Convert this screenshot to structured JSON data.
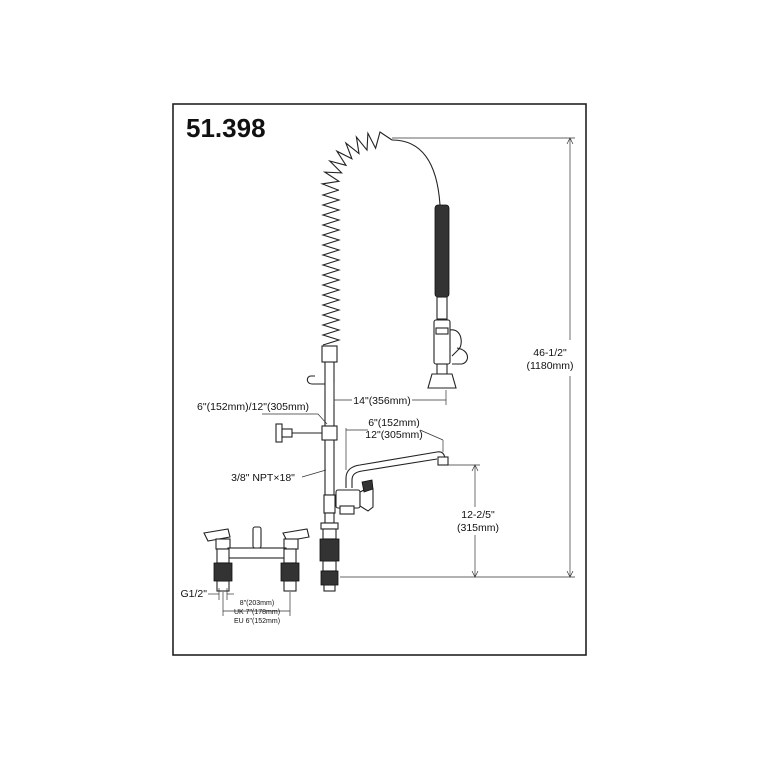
{
  "model_number": "51.398",
  "dimensions": {
    "total_height": "46-1/2\"",
    "total_height_mm": "(1180mm)",
    "spray_reach": "14\"(356mm)",
    "wall_bracket": "6\"(152mm)/12\"(305mm)",
    "faucet_spout_short": "6\"(152mm)",
    "faucet_spout_long": "12\"(305mm)",
    "riser_pipe": "3/8\" NPT×18\"",
    "faucet_height": "12-2/5\"",
    "faucet_height_mm": "(315mm)",
    "inlet": "G1/2\"",
    "centers_us": "8\"(203mm)",
    "centers_uk": "UK 7\"(178mm)",
    "centers_eu": "EU 6\"(152mm)"
  }
}
